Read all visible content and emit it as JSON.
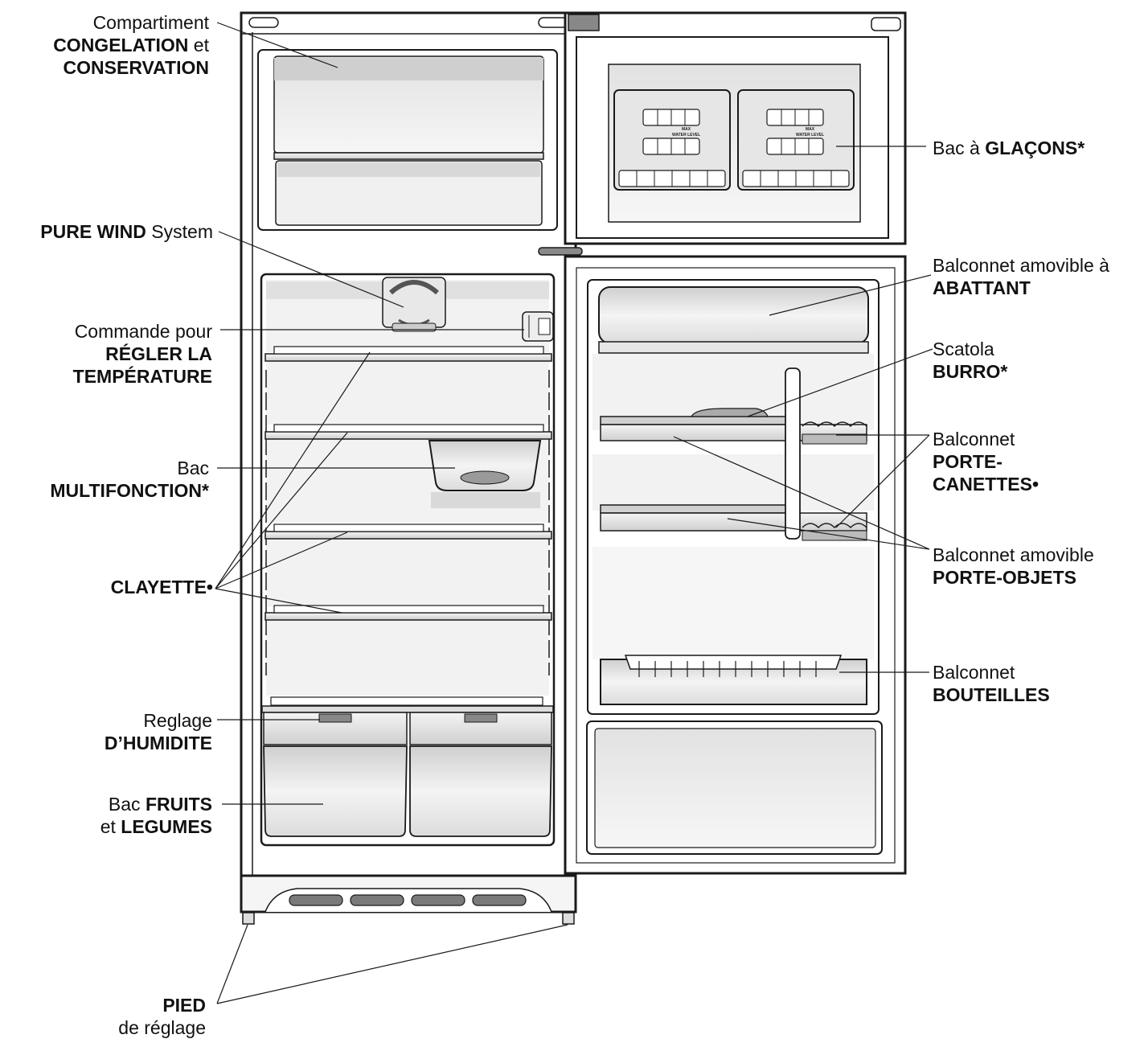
{
  "colors": {
    "line": "#1a1a1a",
    "metal": "#8a8a8a",
    "shelf": "#d9d9d9",
    "panel": "#e4e4e4"
  },
  "labels": {
    "compartment": {
      "l1": "Compartiment",
      "l2a": "CONGELATION",
      "l2b": " et",
      "l3": "CONSERVATION"
    },
    "pure_wind": {
      "bold": "PURE WIND",
      "rest": " System"
    },
    "temperature": {
      "l1": "Commande pour",
      "l2": "RÉGLER LA",
      "l3": "TEMPÉRATURE"
    },
    "multifunction": {
      "l1": "Bac",
      "l2": "MULTIFONCTION*"
    },
    "shelf": {
      "text": "CLAYETTE•"
    },
    "humidity": {
      "l1": "Reglage",
      "l2": "D’HUMIDITE"
    },
    "crisper": {
      "l1a": "Bac ",
      "l1b": "FRUITS",
      "l2a": "et ",
      "l2b": "LEGUMES"
    },
    "foot": {
      "l1": "PIED",
      "l2": "de réglage"
    },
    "ice_tray": {
      "a": "Bac à ",
      "b": "GLAÇONS*"
    },
    "flap_balcony": {
      "l1": "Balconnet amovible à",
      "l2": "ABATTANT"
    },
    "butter": {
      "l1": "Scatola",
      "l2": "BURRO*"
    },
    "can_rack": {
      "l1": "Balconnet",
      "l2": "PORTE-",
      "l3": "CANETTES•"
    },
    "object_rack": {
      "l1": "Balconnet amovible",
      "l2": "PORTE-OBJETS"
    },
    "bottle_rack": {
      "l1": "Balconnet",
      "l2": "BOUTEILLES"
    }
  },
  "ice_tray_marks": {
    "max": "MAX",
    "water": "WATER LEVEL"
  }
}
